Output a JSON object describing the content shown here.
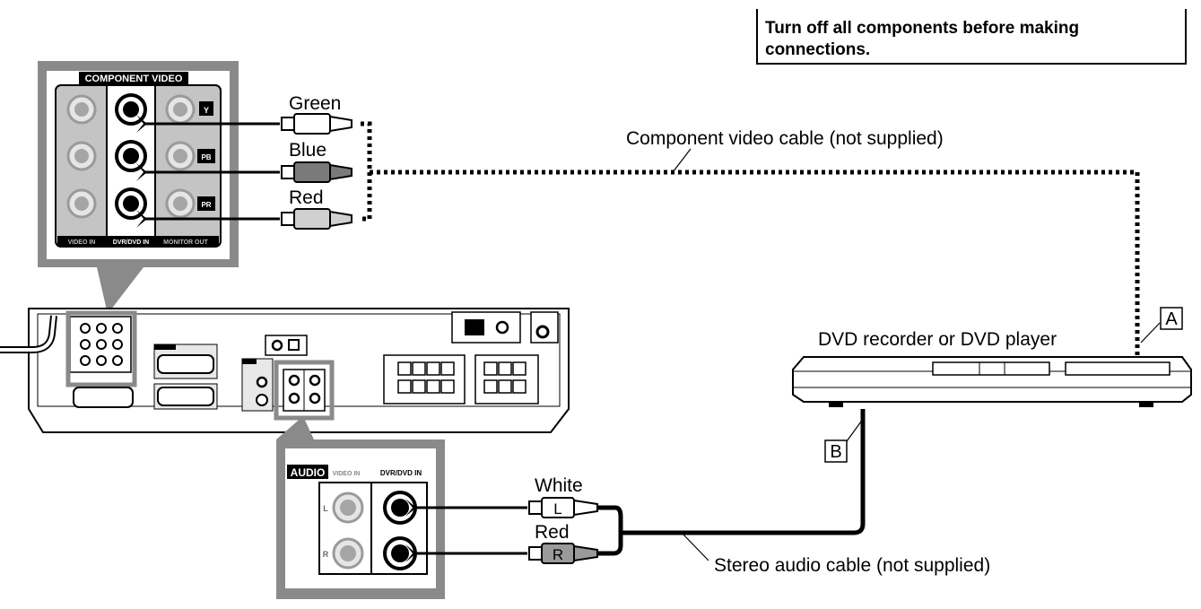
{
  "notice": "Turn off all components before making connections.",
  "component_panel": {
    "header": "COMPONENT VIDEO",
    "col_labels": [
      "VIDEO IN",
      "DVR/DVD IN",
      "MONITOR OUT"
    ],
    "row_labels": [
      "Y",
      "PB",
      "PR"
    ]
  },
  "audio_panel": {
    "header": "AUDIO",
    "video_in_label": "VIDEO IN",
    "dvr_in_label": "DVR/DVD IN",
    "left_label": "L",
    "right_label": "R"
  },
  "cable_colors": {
    "green": "Green",
    "blue": "Blue",
    "red_video": "Red",
    "white": "White",
    "red_audio": "Red"
  },
  "plug_letters": {
    "left": "L",
    "right": "R"
  },
  "labels": {
    "component_cable": "Component video cable (not supplied)",
    "audio_cable": "Stereo audio cable (not supplied)",
    "device": "DVD recorder or DVD player",
    "marker_a": "A",
    "marker_b": "B"
  }
}
